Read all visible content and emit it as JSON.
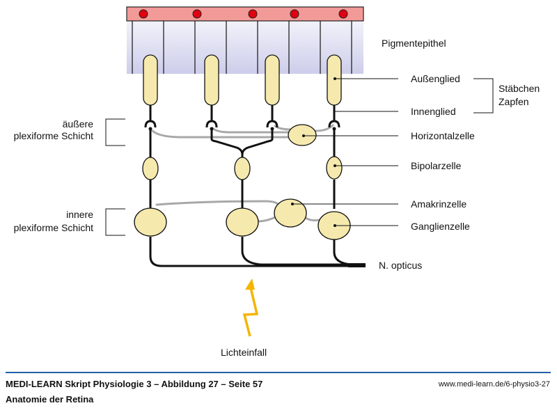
{
  "figure": {
    "labels": {
      "pigmentepithel": "Pigmentepithel",
      "aussenglied": "Außenglied",
      "innenglied": "Innenglied",
      "staebchen": "Stäbchen",
      "zapfen": "Zapfen",
      "horizontalzelle": "Horizontalzelle",
      "bipolarzelle": "Bipolarzelle",
      "amakrinzelle": "Amakrinzelle",
      "ganglienzelle": "Ganglienzelle",
      "n_opticus": "N. opticus",
      "lichteinfall": "Lichteinfall",
      "aeussere_1": "äußere",
      "aeussere_2": "plexiforme Schicht",
      "innere_1": "innere",
      "innere_2": "plexiforme Schicht"
    },
    "colors": {
      "pigment_band": "#f29a98",
      "pigment_dot": "#e00010",
      "cell_fill": "#f5e9ad",
      "gray_process": "#a8a8a8",
      "light_arrow": "#f5b400",
      "footer_rule": "#1f5fa8"
    }
  },
  "footer": {
    "title": "MEDI-LEARN Skript Physiologie 3 – Abbildung 27 – Seite 57",
    "subtitle": "Anatomie der Retina",
    "url": "www.medi-learn.de/6-physio3-27"
  }
}
